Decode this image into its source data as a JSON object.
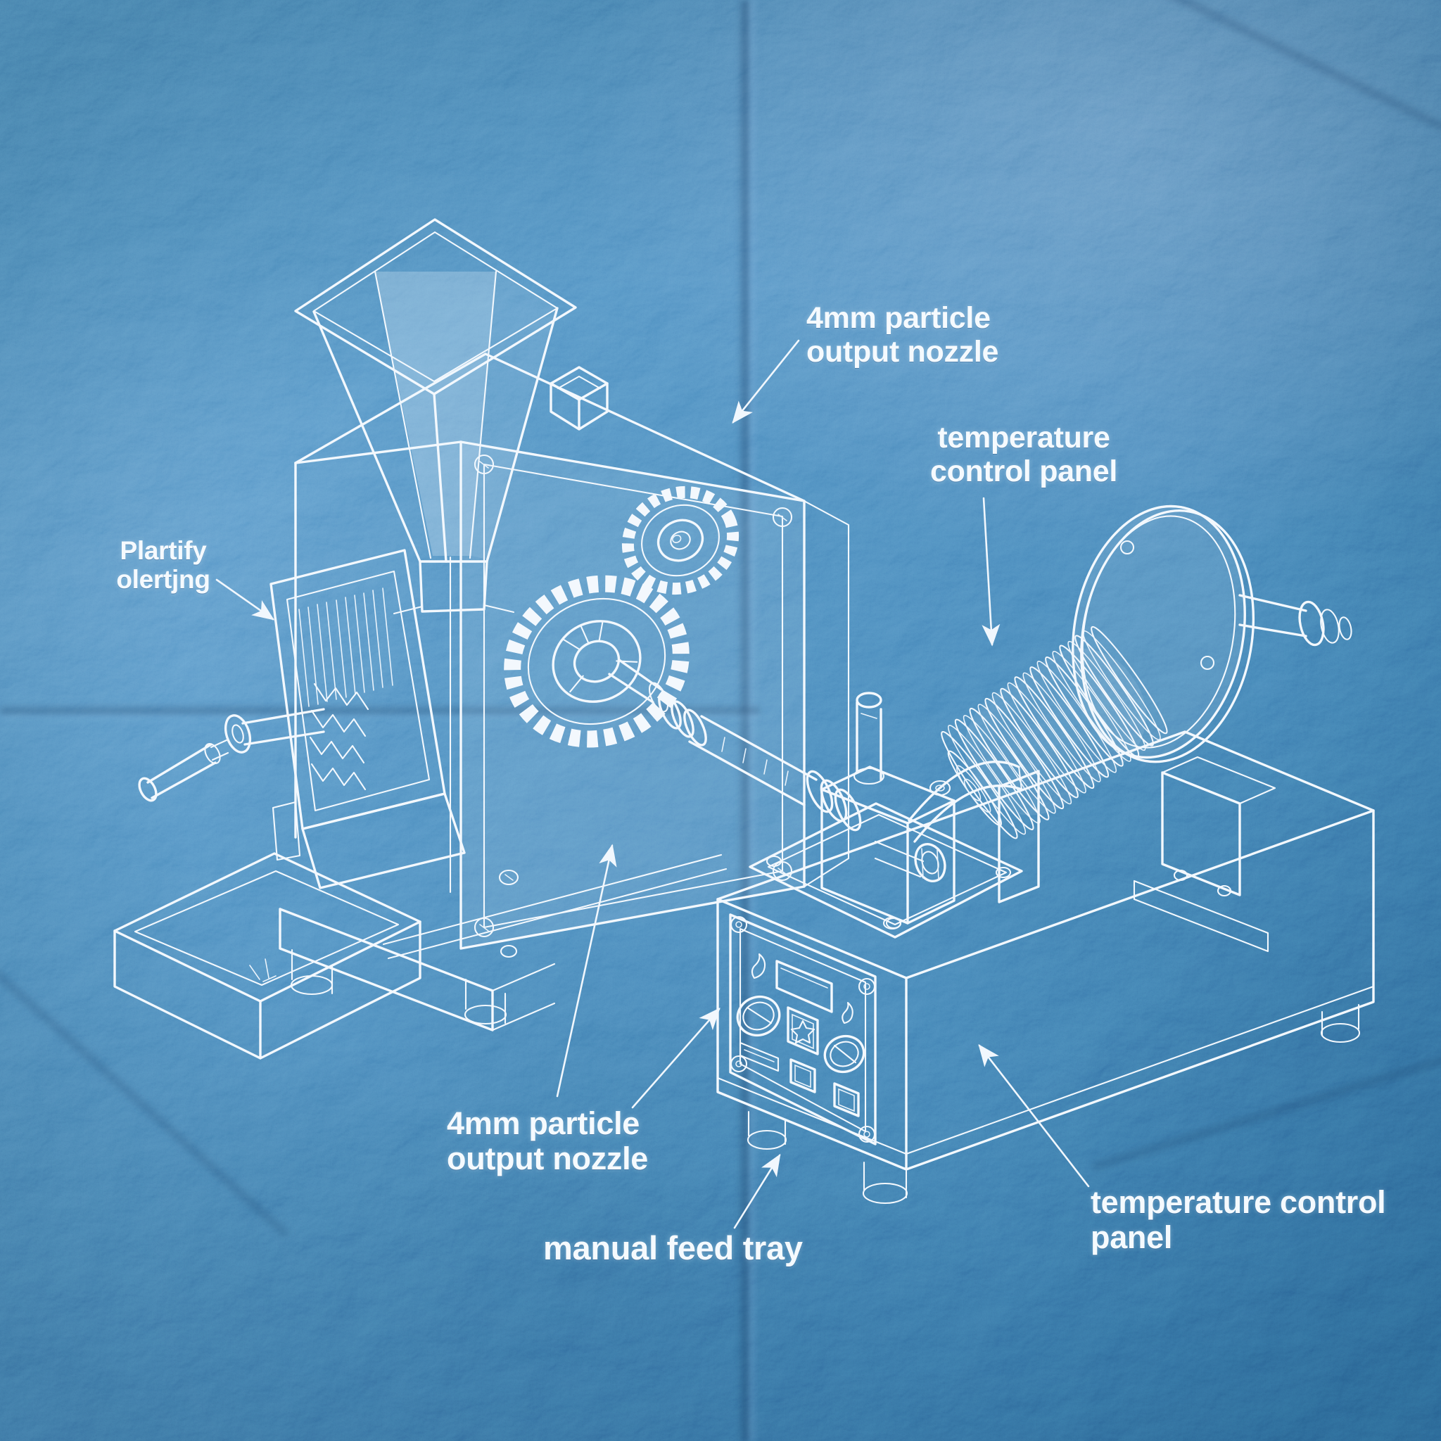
{
  "page": {
    "kind": "blueprint technical diagram",
    "paper": "crumpled blue paper with fold creases",
    "subject": "pellet extruder machine line drawing"
  },
  "colors": {
    "paper_base": "#24609f",
    "paper_dark": "#174a83",
    "paper_light": "#4b8ac4",
    "ink": "#f3f8fd"
  },
  "labels": {
    "output_nozzle_top": {
      "lines": [
        "4mm particle",
        "output nozzle"
      ],
      "points_to": "machine-top-outlet"
    },
    "temperature_top": {
      "lines": [
        "temperature",
        "control panel"
      ],
      "points_to": "filament-spool-coil"
    },
    "hopper_left": {
      "lines": [
        "Plartify",
        "olertjng"
      ],
      "points_to": "shredder-compartment"
    },
    "output_nozzle_bottom": {
      "lines": [
        "4mm particle",
        "output nozzle"
      ],
      "points_to": "drive-shaft-outlet"
    },
    "manual_feed_tray": {
      "lines": [
        "manual feed tray"
      ],
      "points_to": "enclosure-base"
    },
    "temperature_bottom": {
      "lines": [
        "temperature control",
        "panel"
      ],
      "points_to": "enclosure-right-face"
    }
  },
  "diagram": {
    "parts": [
      "feed-hopper",
      "hopper-neck",
      "machine-body",
      "top-button-box",
      "gear-large",
      "gear-small",
      "face-plate-screws",
      "shredder-compartment",
      "spiked-roller",
      "crank-handle",
      "collection-tray",
      "machine-base-feet",
      "drive-shaft",
      "coupling-rings",
      "tie-rail",
      "bearing-plate",
      "bearing-block",
      "vertical-post",
      "yoke-arm",
      "hex-nut",
      "pillow-block",
      "spool-coil",
      "spool-flange-disc",
      "spool-shaft-nut",
      "enclosure-box",
      "control-panel",
      "panel-display",
      "panel-knob-left",
      "panel-knob-right",
      "panel-star-button",
      "panel-square-buttons",
      "flame-icon",
      "dial-icon",
      "enclosure-feet",
      "leader-arrows"
    ]
  }
}
